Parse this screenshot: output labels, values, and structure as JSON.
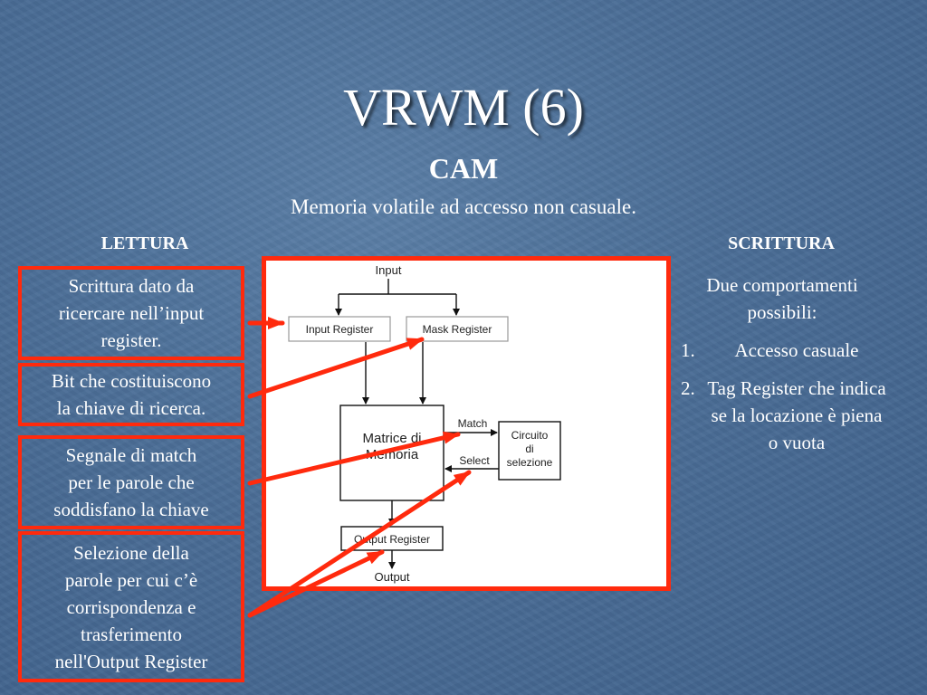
{
  "slide": {
    "title": "VRWM (6)",
    "subtitle": "CAM",
    "tagline": "Memoria volatile ad accesso non casuale."
  },
  "left": {
    "heading": "LETTURA",
    "boxes": [
      {
        "lines": [
          "Scrittura dato da",
          "ricercare nell’input",
          "register."
        ]
      },
      {
        "lines": [
          "Bit che costituiscono",
          "la chiave di ricerca."
        ]
      },
      {
        "lines": [
          "Segnale di match",
          "per le parole che",
          "soddisfano la chiave"
        ]
      },
      {
        "lines": [
          "Selezione della",
          "parole per cui c’è",
          "corrispondenza e",
          "trasferimento",
          "nell'Output Register"
        ]
      }
    ]
  },
  "right": {
    "heading": "SCRITTURA",
    "intro": "Due comportamenti possibili:",
    "items": [
      {
        "num": "1.",
        "text": "Accesso casuale"
      },
      {
        "num": "2.",
        "text": "Tag Register che indica se la locazione è piena o vuota"
      }
    ]
  },
  "diagram": {
    "input": "Input",
    "input_register": "Input Register",
    "mask_register": "Mask Register",
    "matrix_line1": "Matrice di",
    "matrix_line2": "Memoria",
    "match": "Match",
    "select": "Select",
    "circuit_line1": "Circuito",
    "circuit_line2": "di",
    "circuit_line3": "selezione",
    "output_register": "Output Register",
    "output": "Output"
  },
  "colors": {
    "accent": "#ff2a0d",
    "background": "#4a6d96"
  }
}
